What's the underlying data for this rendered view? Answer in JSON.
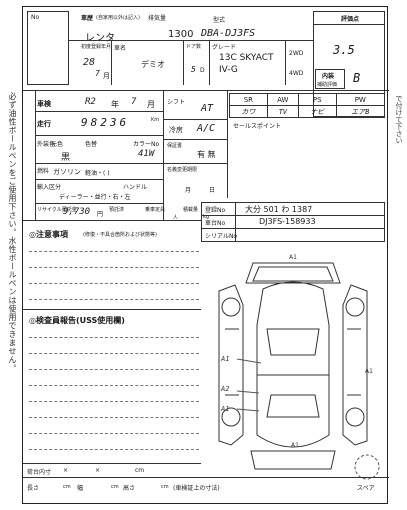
{
  "margin_note_left": "必ず油性ボールペンをご使用下さい。水性ボールペンは使用できません。",
  "margin_note_right": "で付けて下さい",
  "header": {
    "corner_mark": "No",
    "vehicle_history_label": "車歴",
    "vehicle_history_sub": "(自家用以外は記入)",
    "vehicle_history_value": "レンタ",
    "displacement_label": "排気量",
    "displacement_value": "1300",
    "model_label": "型式",
    "model_value": "DBA-DJ3FS",
    "first_reg_label": "初度登録年月",
    "first_reg_year": "28",
    "first_reg_month": "7",
    "first_reg_unit": "月",
    "car_name_label": "車名",
    "car_name_value": "デミオ",
    "doors_label": "ドア数",
    "doors_value": "5",
    "doors_unit": "D",
    "grade_label": "グレード",
    "grade_line1": "13C SKYACT",
    "grade_line2": "IV-G",
    "drive_2wd": "2WD",
    "drive_4wd": "4WD",
    "score_label": "評価点",
    "score_value": "3.5",
    "interior_label": "内装",
    "interior_sub": "補助評価",
    "interior_value": "B"
  },
  "specs": {
    "inspection_label": "車検",
    "inspection_era": "R2",
    "inspection_year_unit": "年",
    "inspection_month": "7",
    "inspection_month_unit": "月",
    "mileage_label": "走行",
    "mileage_value": "98236",
    "mileage_unit": "Km",
    "shift_label": "シフト",
    "shift_value": "AT",
    "ac_label": "冷房",
    "ac_value": "A/C",
    "exterior_label": "外装色",
    "original_color_label": "元色",
    "color_label": "色替",
    "color_value": "黒",
    "color_no_label": "カラーNo",
    "color_no_value": "41W",
    "interior_color_label": "内装色",
    "interior_color_value": "",
    "fuel_label": "燃料",
    "fuel_value": "ガソリン",
    "fuel_note": "軽油・( )",
    "import_label": "輸入区分",
    "import_value": "ディーラー・並行・右・左",
    "handle_label": "ハンドル",
    "recycle_label": "リサイクル預託金",
    "recycle_value": "9,730",
    "recycle_unit": "円",
    "recycle_status": "預託済",
    "seating_label": "乗車定員",
    "seating_unit": "人",
    "load_label": "積載量",
    "load_unit": "kg",
    "warranty_label": "保証書",
    "warranty_value": "有 無",
    "name_change_label": "名義変更期限",
    "name_change_month": "月",
    "name_change_day": "日"
  },
  "equipment": {
    "headers": [
      "SR",
      "AW",
      "PS",
      "PW"
    ],
    "values": [
      "カワ",
      "TV",
      "ナビ",
      "エアB"
    ],
    "sales_point_label": "セールスポイント"
  },
  "registration": {
    "plate_label": "登録No",
    "plate_value": "大分 501 わ 1387",
    "chassis_label": "車台No",
    "chassis_value": "DJ3FS-158933",
    "serial_label": "シリアルNo",
    "serial_value": ""
  },
  "notes": {
    "caution_title": "◎注意事項",
    "caution_sub": "(修復・不具合箇所および状態等)",
    "inspection_title": "◎検査員報告(USS使用欄)"
  },
  "diagram": {
    "label_top": "A1",
    "label_left1": "A1",
    "label_left2": "A2",
    "label_left3": "A1",
    "label_right": "A1",
    "label_bottom": "A1",
    "spare_label": "スペア"
  },
  "footer": {
    "platform_label": "荷台内寸",
    "length_label": "長さ",
    "width_label": "幅",
    "height_label": "高さ",
    "unit_cm": "cm",
    "times": "×",
    "dimension_note": "(車検証上の寸法)"
  }
}
